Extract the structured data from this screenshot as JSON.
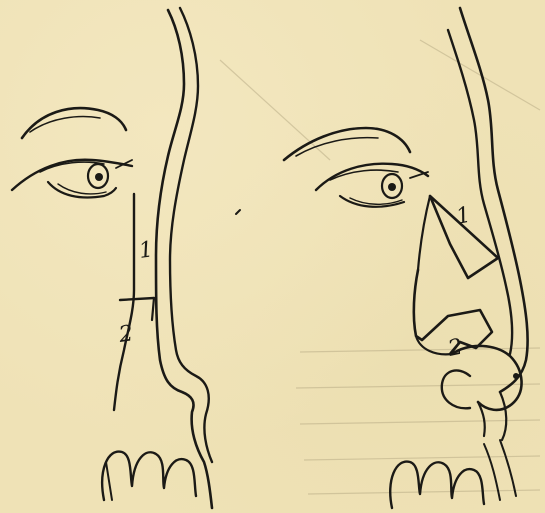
{
  "figure": {
    "left_profile": {
      "flap_labels": [
        "1",
        "2"
      ]
    },
    "right_profile": {
      "flap_labels": [
        "1",
        "2"
      ]
    }
  }
}
